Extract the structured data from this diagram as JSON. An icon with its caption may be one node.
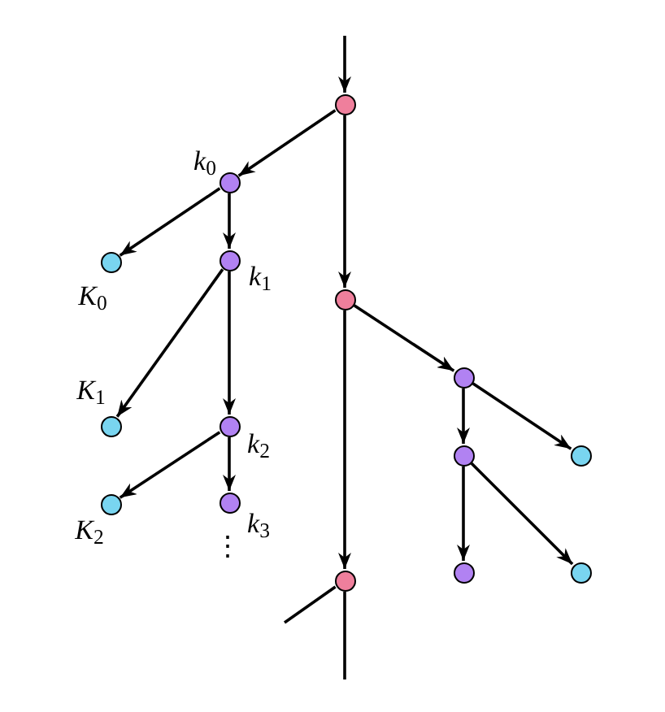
{
  "diagram": {
    "nodes": [
      {
        "text": [],
        "shape": "circle"
      },
      {
        "text": [],
        "shape": "circle",
        "beside": [
          "*k*$_{0}$"
        ]
      },
      {
        "text": [],
        "shape": "circle",
        "beside": [
          "*K*$_{0}$"
        ]
      },
      {
        "text": [],
        "shape": "circle",
        "beside": [
          "*k*$_{1}$"
        ]
      },
      {
        "text": [],
        "shape": "circle"
      },
      {
        "text": [],
        "shape": "circle",
        "beside": [
          "*K*$_{1}$"
        ]
      },
      {
        "text": [],
        "shape": "circle",
        "beside": [
          "*k*$_{2}$"
        ]
      },
      {
        "text": [],
        "shape": "circle"
      },
      {
        "text": [],
        "shape": "circle"
      },
      {
        "text": [],
        "shape": "circle"
      },
      {
        "text": [],
        "shape": "circle",
        "beside": [
          "*K*$_{2}$"
        ]
      },
      {
        "text": [],
        "shape": "circle",
        "beside": [
          "*k*$_{3}$"
        ]
      },
      {
        "text": [],
        "shape": "circle"
      },
      {
        "text": [],
        "shape": "circle"
      },
      {
        "text": [],
        "shape": "circle"
      }
    ],
    "edges": [
      {
        "from": null,
        "to": 0,
        "arrow": "to"
      },
      {
        "from": 0,
        "to": 1,
        "arrow": "to"
      },
      {
        "from": 0,
        "to": 4,
        "arrow": "to"
      },
      {
        "from": 1,
        "to": 2,
        "arrow": "to"
      },
      {
        "from": 1,
        "to": 3,
        "arrow": "to"
      },
      {
        "from": 3,
        "to": 5,
        "arrow": "to"
      },
      {
        "from": 3,
        "to": 6,
        "arrow": "to"
      },
      {
        "from": 6,
        "to": 10,
        "arrow": "to"
      },
      {
        "from": 6,
        "to": 11,
        "arrow": "to"
      },
      {
        "from": 4,
        "to": 12,
        "arrow": "to"
      },
      {
        "from": 4,
        "to": 7,
        "arrow": "to"
      },
      {
        "from": 7,
        "to": 9,
        "arrow": "to"
      },
      {
        "from": 7,
        "to": 8,
        "arrow": "to"
      },
      {
        "from": 8,
        "to": 13,
        "arrow": "to"
      },
      {
        "from": 8,
        "to": 14,
        "arrow": "to"
      },
      {
        "from": 12,
        "to": null,
        "arrow": "none"
      },
      {
        "from": 12,
        "to": null,
        "arrow": "none"
      }
    ],
    "labels": [
      "⋮"
    ]
  }
}
